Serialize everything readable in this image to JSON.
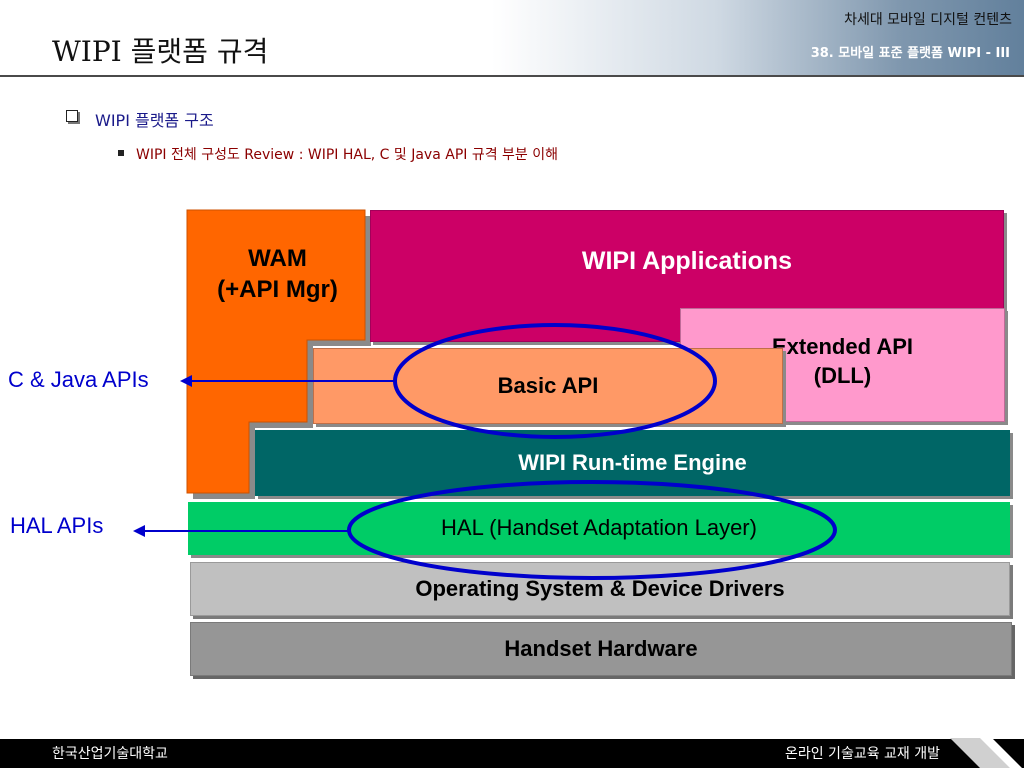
{
  "header": {
    "slide_title": "WIPI 플랫폼 규격",
    "course_title": "차세대 모바일 디지털 컨텐츠",
    "lecture_title": "38. 모바일 표준 플랫폼 WIPI - III"
  },
  "bullets": {
    "level1": "WIPI 플랫폼 구조",
    "level2": "WIPI 전체 구성도 Review : WIPI HAL, C 및 Java API 규격 부분 이해"
  },
  "diagram": {
    "wam": "WAM\n(+API Mgr)",
    "wipi_applications": "WIPI  Applications",
    "extended_api": "Extended API\n(DLL)",
    "basic_api": "Basic API",
    "runtime_engine": "WIPI  Run-time Engine",
    "hal": "HAL (Handset Adaptation Layer)",
    "os": "Operating System & Device Drivers",
    "hardware": "Handset Hardware",
    "c_java_apis_label": "C & Java APIs",
    "hal_apis_label": "HAL APIs",
    "colors": {
      "wam": "#ff6600",
      "applications": "#cc0066",
      "extended_api": "#ff99cc",
      "basic_api": "#ff9966",
      "runtime": "#006666",
      "hal": "#00cc66",
      "os": "#c0c0c0",
      "hardware": "#969696",
      "highlight": "#0000cc"
    }
  },
  "footer": {
    "left": "한국산업기술대학교",
    "right": "온라인 기술교육 교재 개발"
  }
}
